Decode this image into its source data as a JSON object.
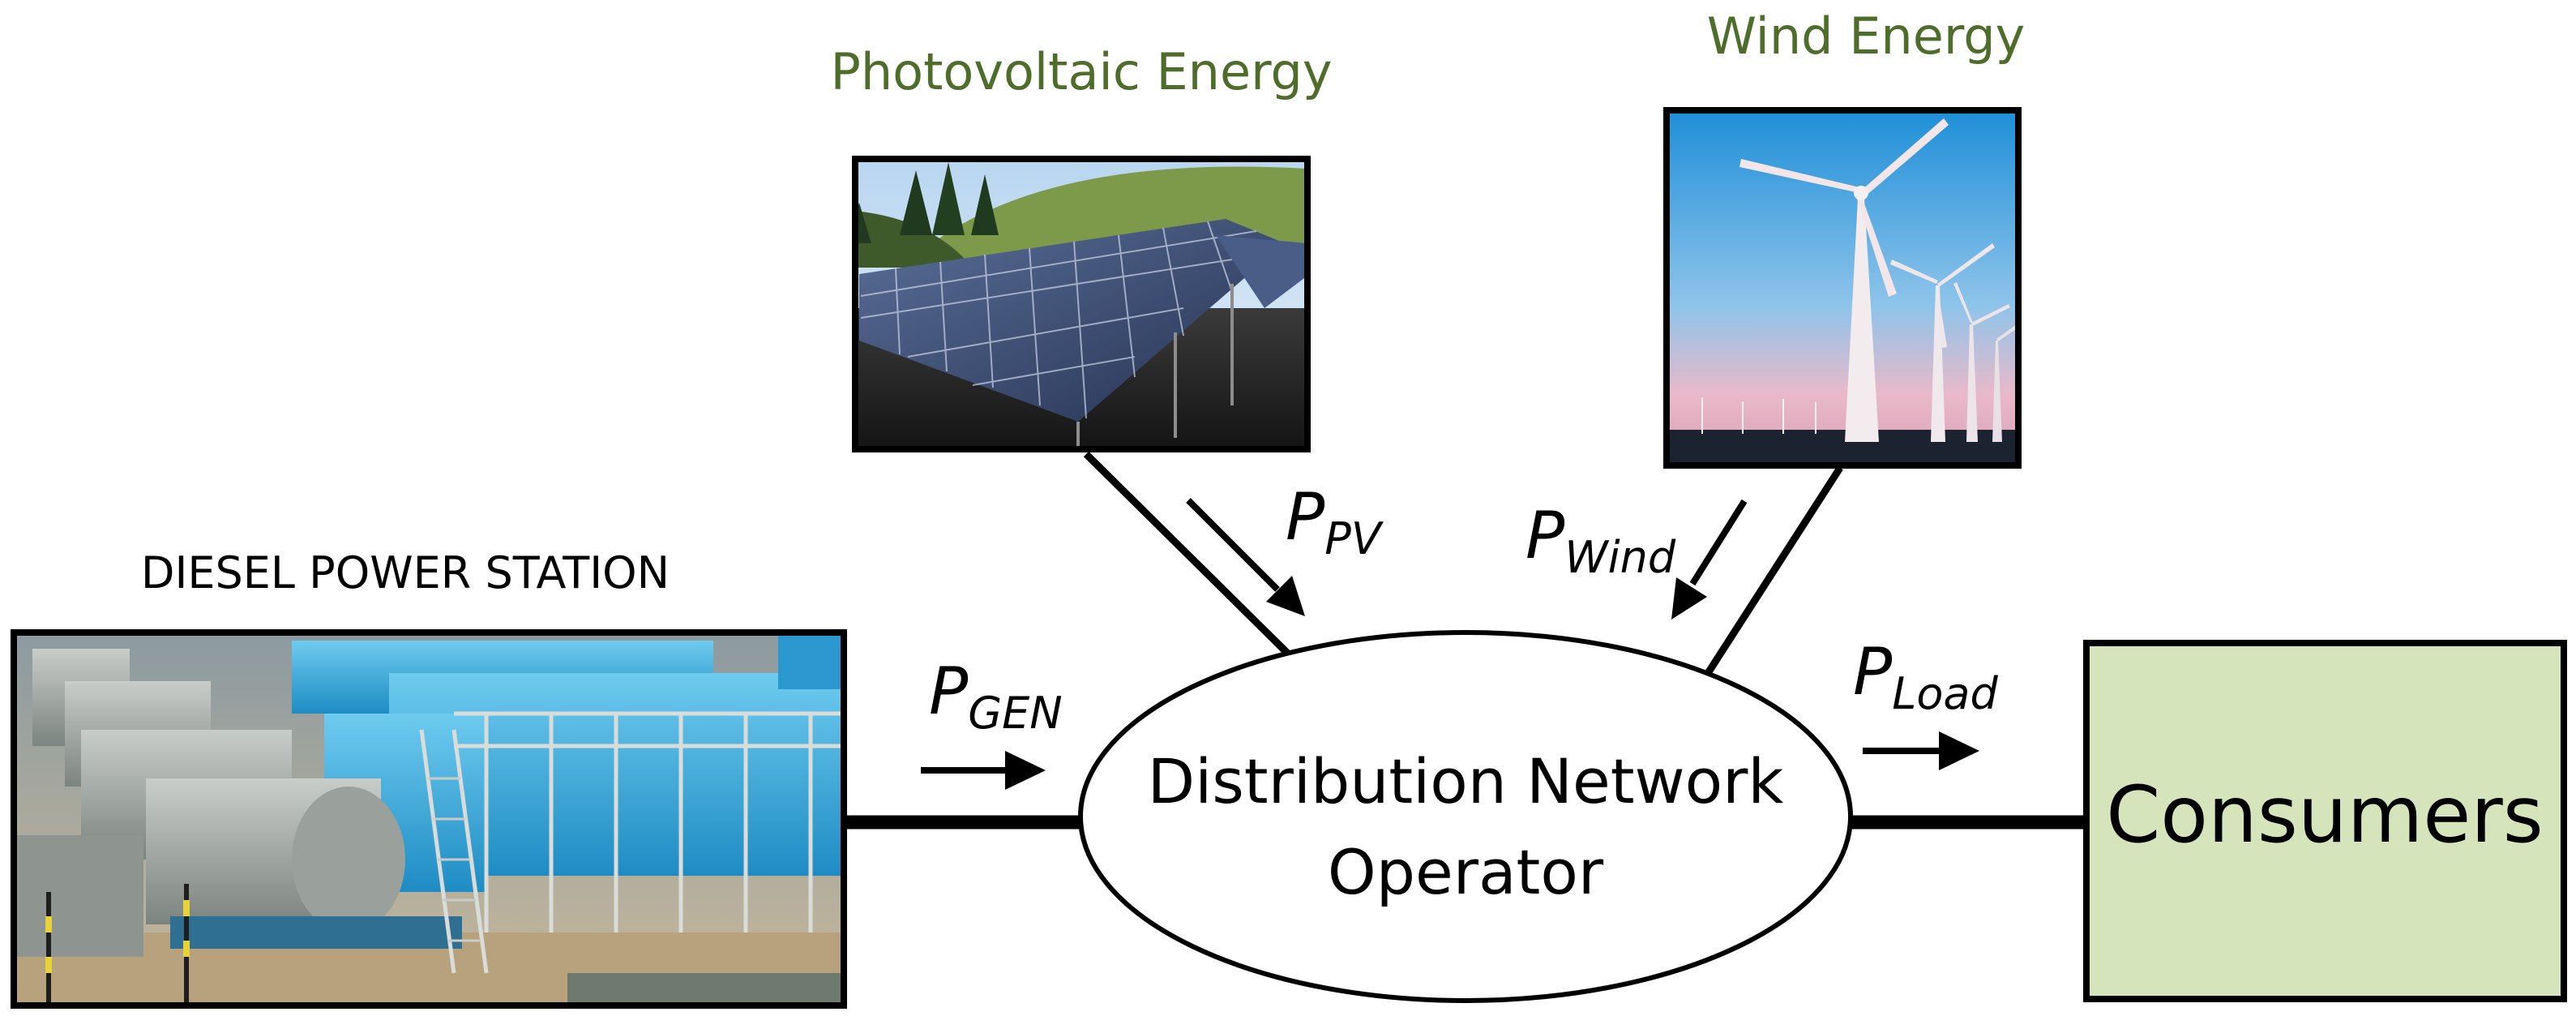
{
  "labels": {
    "photovoltaic": "Photovoltaic Energy",
    "wind": "Wind Energy",
    "diesel": "DIESEL POWER STATION",
    "operator_line1": "Distribution Network",
    "operator_line2": "Operator",
    "consumers": "Consumers"
  },
  "flows": {
    "pv": {
      "symbol": "P",
      "subscript": "PV"
    },
    "wind": {
      "symbol": "P",
      "subscript": "Wind"
    },
    "gen": {
      "symbol": "P",
      "subscript": "GEN"
    },
    "load": {
      "symbol": "P",
      "subscript": "Load"
    }
  },
  "colors": {
    "title_green": "#4f6d2a",
    "consumers_fill": "#d6e4bb",
    "line": "#000000"
  },
  "icons": {
    "pv": "solar-panel-array-photo",
    "wind": "wind-turbines-photo",
    "diesel": "diesel-generators-photo"
  }
}
